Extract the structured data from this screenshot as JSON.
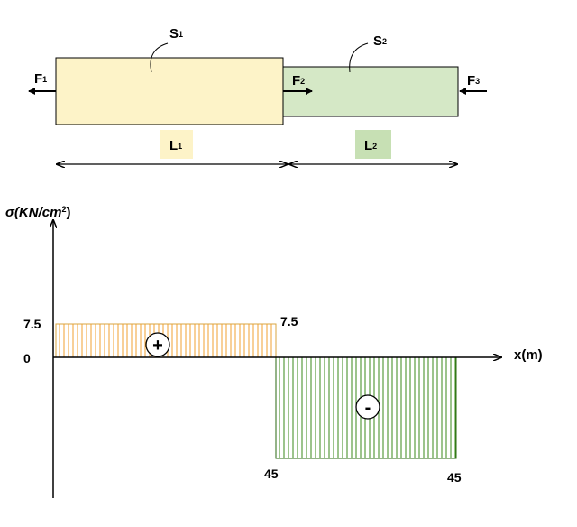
{
  "bar": {
    "segment1": {
      "section": "S",
      "section_sub": "1",
      "length": "L",
      "length_sub": "1",
      "color": "#fdf3c8",
      "label_bg": "#fdf3c8"
    },
    "segment2": {
      "section": "S",
      "section_sub": "2",
      "length": "L",
      "length_sub": "2",
      "color": "#d5e8c6",
      "label_bg": "#c7e0b4"
    },
    "forces": [
      {
        "name": "F",
        "sub": "1",
        "direction": "left"
      },
      {
        "name": "F",
        "sub": "2",
        "direction": "right"
      },
      {
        "name": "F",
        "sub": "3",
        "direction": "left"
      }
    ]
  },
  "stress_diagram": {
    "y_axis_label": "σ(KN/cm",
    "y_axis_label_sup": "2",
    "y_axis_label_end": ")",
    "x_axis_label": "x(m)",
    "zero_label": "0",
    "region1": {
      "value": 7.5,
      "left_label": "7.5",
      "right_label": "7.5",
      "sign": "+",
      "hatch_color": "#f0a030"
    },
    "region2": {
      "value": -45,
      "left_label": "45",
      "right_label": "45",
      "sign": "-",
      "hatch_color": "#3a8a1a"
    }
  }
}
